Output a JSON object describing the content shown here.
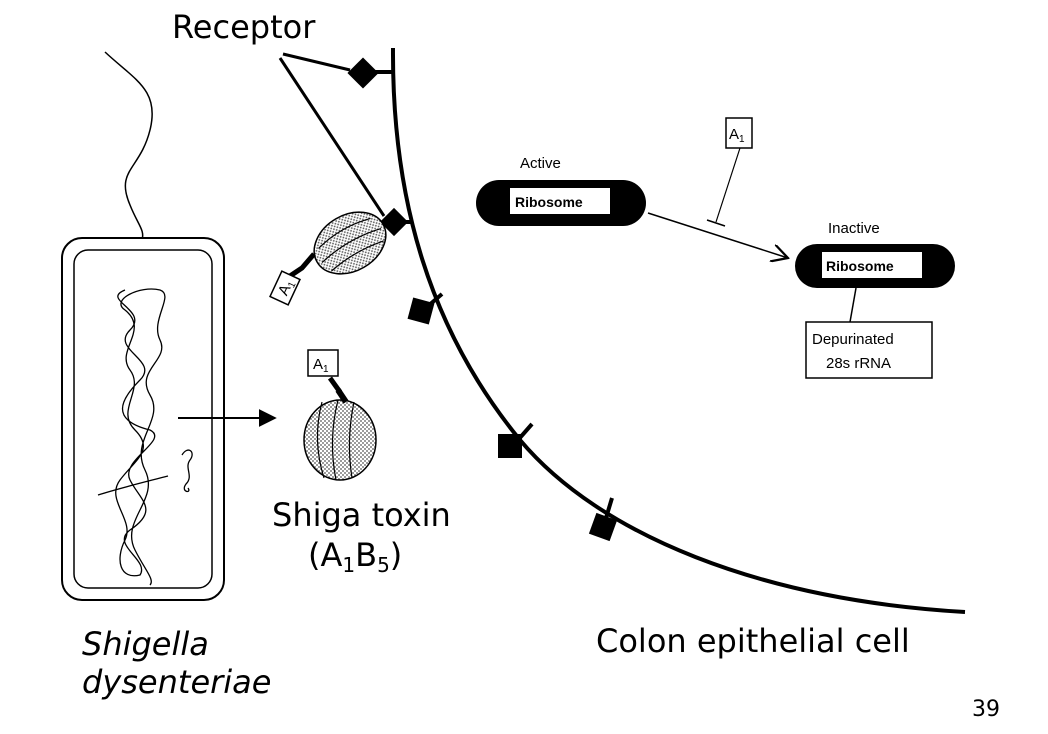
{
  "labels": {
    "receptor": "Receptor",
    "active": "Active",
    "inactive": "Inactive",
    "ribosome_active": "Ribosome",
    "ribosome_inactive": "Ribosome",
    "a1_cell": "A",
    "a1_cell_sub": "1",
    "a1_bound": "A",
    "a1_bound_sub": "1",
    "a1_free": "A",
    "a1_free_sub": "1",
    "depurinated_line1": "Depurinated",
    "depurinated_line2": "28s rRNA",
    "toxin_name": "Shiga toxin",
    "toxin_formula_open": "(A",
    "toxin_formula_sub1": "1",
    "toxin_formula_mid": "B",
    "toxin_formula_sub2": "5",
    "toxin_formula_close": ")",
    "bacterium_line1": "Shigella",
    "bacterium_line2": "dysenteriae",
    "cell": "Colon epithelial cell"
  },
  "page_number": "39"
}
